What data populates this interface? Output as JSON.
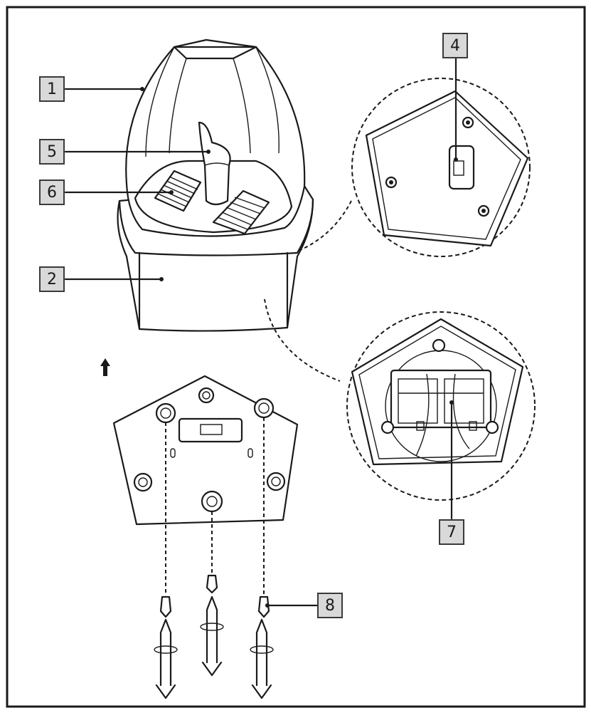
{
  "callouts": [
    {
      "id": "1",
      "label": "1"
    },
    {
      "id": "2",
      "label": "2"
    },
    {
      "id": "4",
      "label": "4"
    },
    {
      "id": "5",
      "label": "5"
    },
    {
      "id": "6",
      "label": "6"
    },
    {
      "id": "7",
      "label": "7"
    },
    {
      "id": "8",
      "label": "8"
    }
  ],
  "colors": {
    "line": "#1a1a1a",
    "callout_fill": "#d9d9d9",
    "background": "#ffffff"
  }
}
